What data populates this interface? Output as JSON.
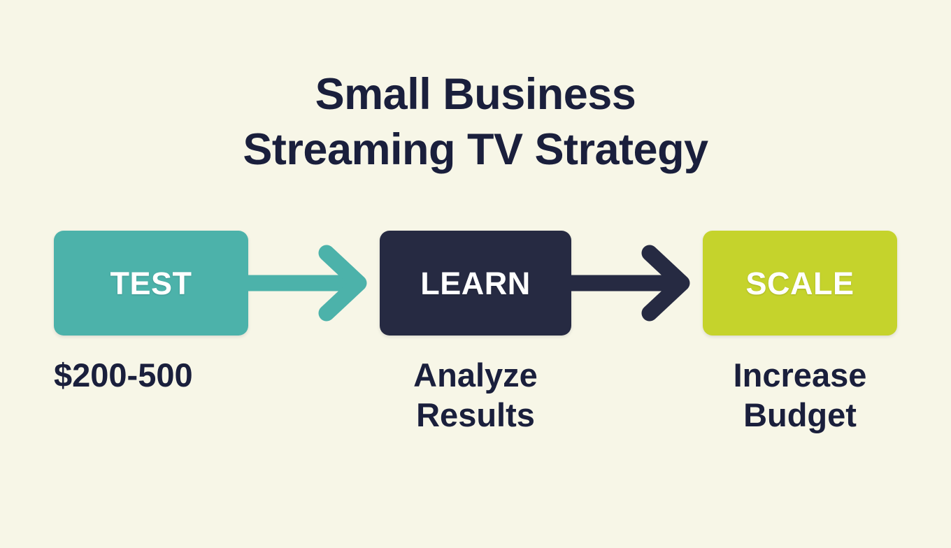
{
  "background_color": "#f7f6e7",
  "title": {
    "line1": "Small Business",
    "line2": "Streaming TV Strategy",
    "color": "#1a1f3c"
  },
  "flow": {
    "steps": [
      {
        "id": "test",
        "label": "TEST",
        "box_color": "#4cb2aa",
        "label_color": "#ffffff",
        "caption_line1": "$200-500",
        "caption_line2": "",
        "caption_color": "#1a1f3c"
      },
      {
        "id": "learn",
        "label": "LEARN",
        "box_color": "#262a42",
        "label_color": "#ffffff",
        "caption_line1": "Analyze",
        "caption_line2": "Results",
        "caption_color": "#1a1f3c"
      },
      {
        "id": "scale",
        "label": "SCALE",
        "box_color": "#c5d32c",
        "label_color": "#ffffff",
        "caption_line1": "Increase",
        "caption_line2": "Budget",
        "caption_color": "#1a1f3c"
      }
    ],
    "arrows": [
      {
        "id": "test-to-learn",
        "from": "TEST",
        "to": "LEARN",
        "color": "#4cb2aa",
        "direction": "right"
      },
      {
        "id": "learn-to-scale",
        "from": "LEARN",
        "to": "SCALE",
        "color": "#262a42",
        "direction": "right"
      }
    ]
  },
  "chart_data": {
    "type": "diagram",
    "title": "Small Business Streaming TV Strategy",
    "diagram_kind": "three-stage linear process flow",
    "stages": [
      "TEST",
      "LEARN",
      "SCALE"
    ],
    "stage_captions": [
      "$200-500",
      "Analyze Results",
      "Increase Budget"
    ],
    "connectors": [
      "TEST → LEARN",
      "LEARN → SCALE"
    ]
  }
}
